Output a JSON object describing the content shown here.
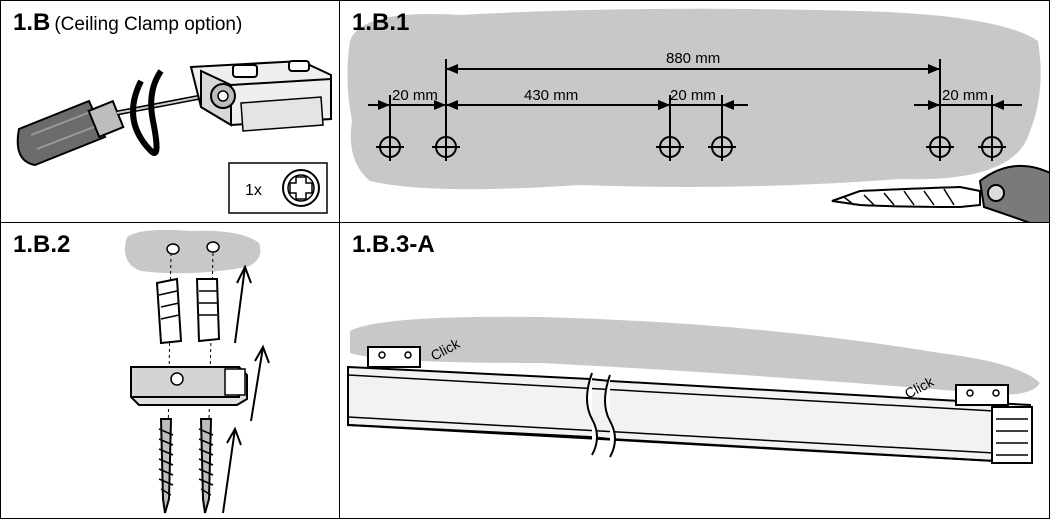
{
  "panels": {
    "p1b": {
      "title": "1.B",
      "subtitle": "(Ceiling Clamp option)",
      "qty": "1x"
    },
    "p1b1": {
      "title": "1.B.1",
      "dims": {
        "total": "880 mm",
        "mid": "430 mm",
        "a": "20 mm",
        "b": "20 mm",
        "c": "20 mm"
      }
    },
    "p1b2": {
      "title": "1.B.2"
    },
    "p1b3a": {
      "title": "1.B.3-A",
      "click1": "Click",
      "click2": "Click"
    }
  },
  "colors": {
    "ceiling": "#c8c8c8",
    "line": "#000000",
    "metal": "#e6e6e6",
    "handle": "#6b6b6b"
  }
}
